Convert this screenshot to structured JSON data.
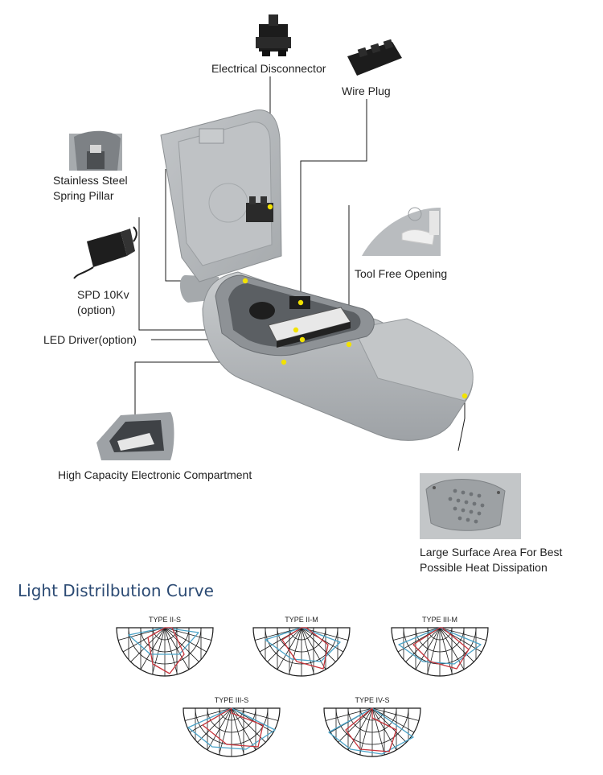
{
  "callouts": {
    "electrical_disconnector": "Electrical Disconnector",
    "wire_plug": "Wire Plug",
    "spring_pillar_line1": "Stainless Steel",
    "spring_pillar_line2": "Spring Pillar",
    "spd_line1": "SPD 10Kv",
    "spd_line2": "(option)",
    "led_driver": "LED Driver(option)",
    "tool_free": "Tool Free Opening",
    "compartment": "High Capacity Electronic Compartment",
    "heat_line1": "Large Surface Area For Best",
    "heat_line2": "Possible Heat Dissipation"
  },
  "distribution": {
    "title": "Light Distrilbution Curve",
    "types": [
      "TYPE II-S",
      "TYPE II-M",
      "TYPE III-M",
      "TYPE III-S",
      "TYPE IV-S"
    ]
  },
  "colors": {
    "body_gray": "#b9bcbf",
    "dark_gray": "#6f7377",
    "callout_dot": "#f2e200",
    "curve_red": "#c8343b",
    "curve_blue": "#4aa3c8",
    "title_blue": "#2b4a73"
  }
}
